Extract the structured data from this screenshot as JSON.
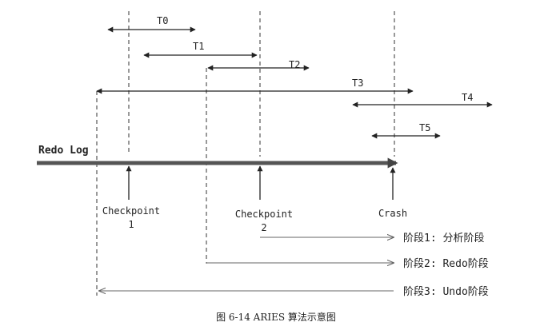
{
  "transactions": [
    "T0",
    "T1",
    "T2",
    "T3",
    "T4",
    "T5"
  ],
  "log_label": "Redo Log",
  "checkpoints": [
    {
      "line1": "Checkpoint",
      "line2": "1"
    },
    {
      "line1": "Checkpoint",
      "line2": "2"
    }
  ],
  "crash_label": "Crash",
  "phases": [
    "阶段1: 分析阶段",
    "阶段2: Redo阶段",
    "阶段3: Undo阶段"
  ],
  "caption": "图 6-14   ARIES 算法示意图"
}
